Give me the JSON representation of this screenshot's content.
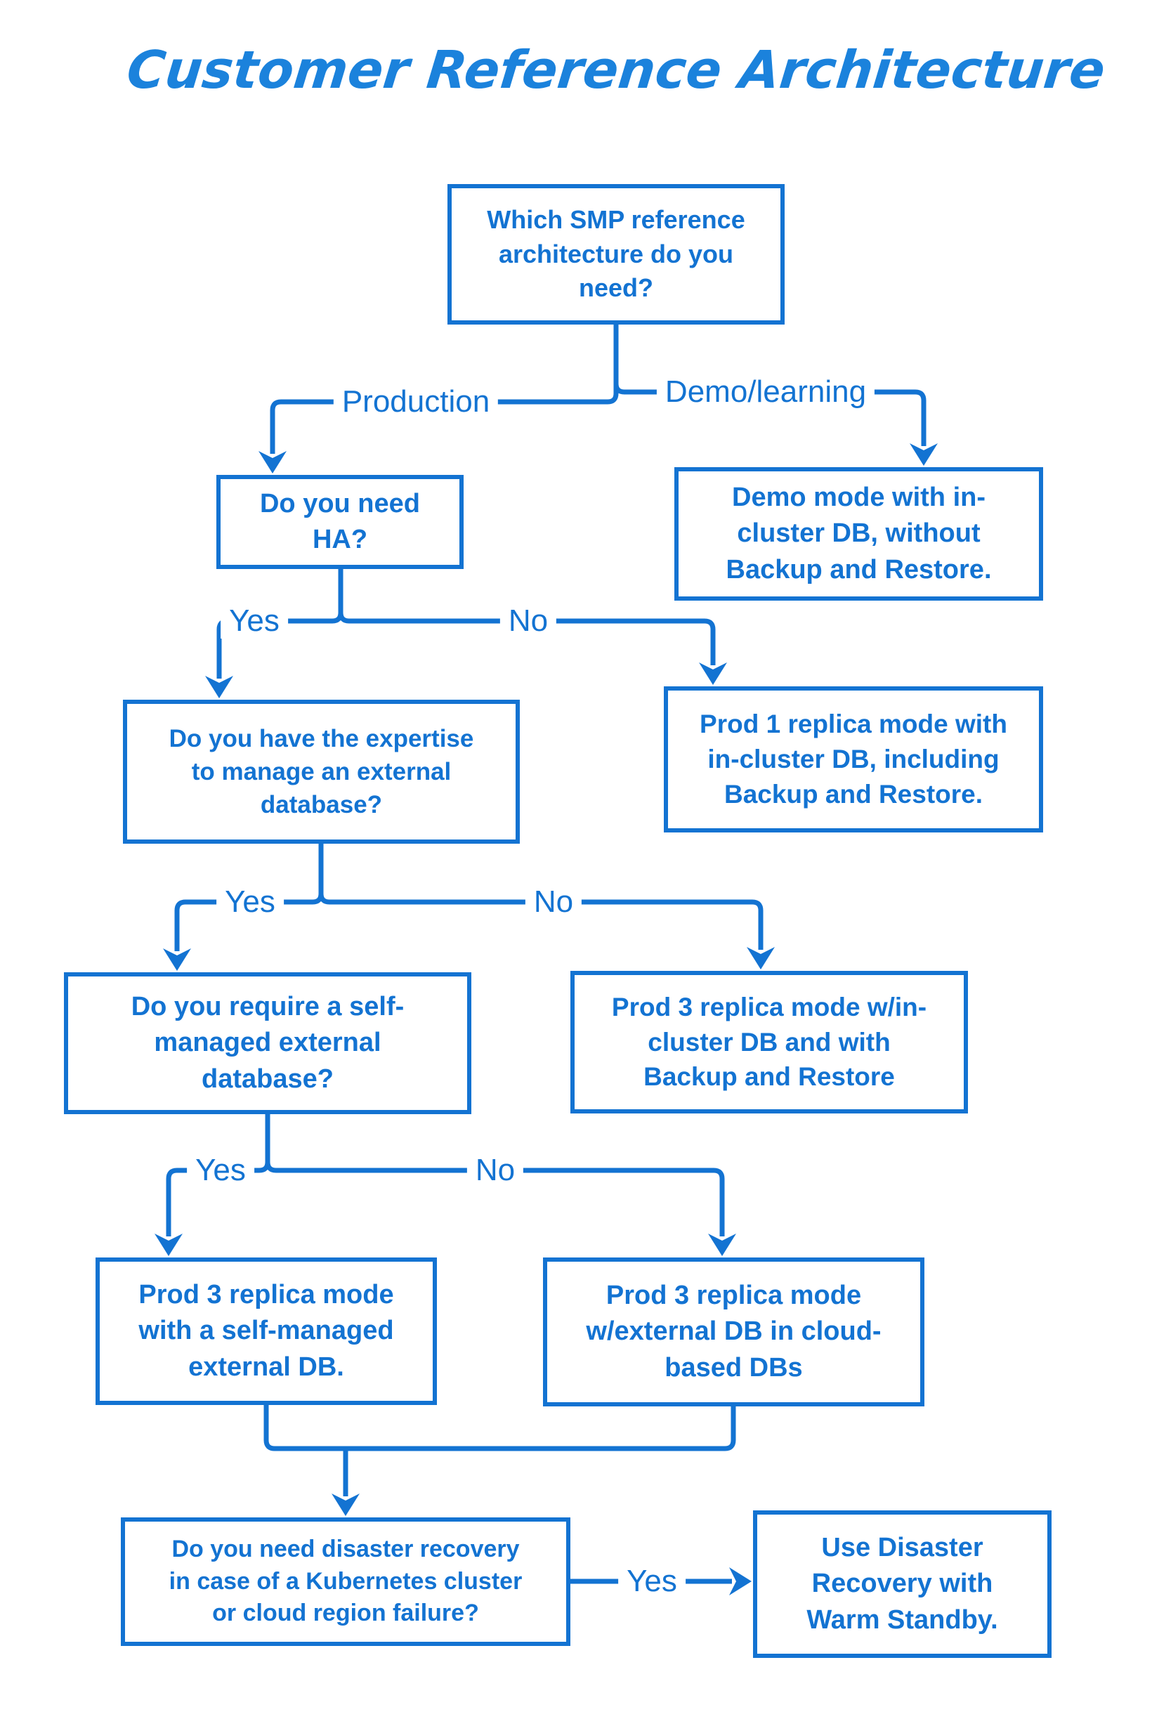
{
  "page": {
    "title": "Customer Reference Architecture"
  },
  "colors": {
    "accent": "#1373d2",
    "title": "#1b82dc",
    "background": "#ffffff"
  },
  "flowchart": {
    "nodes": {
      "which_architecture": "Which SMP reference\narchitecture do you\nneed?",
      "need_ha": "Do you need HA?",
      "demo_mode": "Demo mode with in-\ncluster DB, without\nBackup and Restore.",
      "expertise": "Do you have the expertise\nto manage an external\ndatabase?",
      "prod1_incluster": "Prod 1 replica mode with\nin-cluster DB, including\nBackup and Restore.",
      "self_managed": "Do you require a self-\nmanaged external\ndatabase?",
      "prod3_incluster": "Prod 3 replica mode w/in-\ncluster DB and with\nBackup and Restore",
      "prod3_self_managed": "Prod 3 replica mode\nwith a self-managed\nexternal DB.",
      "prod3_cloud": "Prod 3 replica mode\nw/external DB in cloud-\nbased DBs",
      "disaster_recovery": "Do you need disaster recovery\nin case of a Kubernetes cluster\nor cloud region failure?",
      "warm_standby": "Use Disaster\nRecovery with\nWarm Standby."
    },
    "edge_labels": {
      "production": "Production",
      "demo_learning": "Demo/learning",
      "ha_yes": "Yes",
      "ha_no": "No",
      "expertise_yes": "Yes",
      "expertise_no": "No",
      "self_managed_yes": "Yes",
      "self_managed_no": "No",
      "dr_yes": "Yes"
    }
  }
}
